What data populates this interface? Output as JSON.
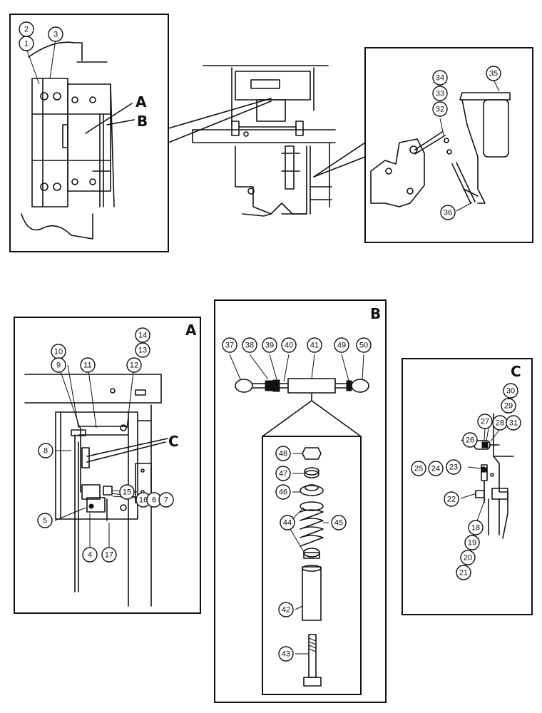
{
  "panel_letters": {
    "A": "A",
    "B": "B",
    "C": "C"
  },
  "overview_letters": {
    "A": "A",
    "B": "B"
  },
  "callouts": {
    "c1": "1",
    "c2": "2",
    "c3": "3",
    "c4": "4",
    "c5": "5",
    "c6": "6",
    "c7": "7",
    "c8": "8",
    "c9": "9",
    "c10": "10",
    "c11": "11",
    "c12": "12",
    "c13": "13",
    "c14": "14",
    "c15": "15",
    "c16": "16",
    "c17": "17",
    "c18": "18",
    "c19": "19",
    "c20": "20",
    "c21": "21",
    "c22": "22",
    "c23": "23",
    "c24": "24",
    "c25": "25",
    "c26": "26",
    "c27": "27",
    "c28": "28",
    "c29": "29",
    "c30": "30",
    "c31": "31",
    "c32": "32",
    "c33": "33",
    "c34": "34",
    "c35": "35",
    "c36": "36",
    "c37": "37",
    "c38": "38",
    "c39": "39",
    "c40": "40",
    "c41": "41",
    "c42": "42",
    "c43": "43",
    "c44": "44",
    "c45": "45",
    "c46": "46",
    "c47": "47",
    "c48": "48",
    "c49": "49",
    "c50": "50"
  }
}
